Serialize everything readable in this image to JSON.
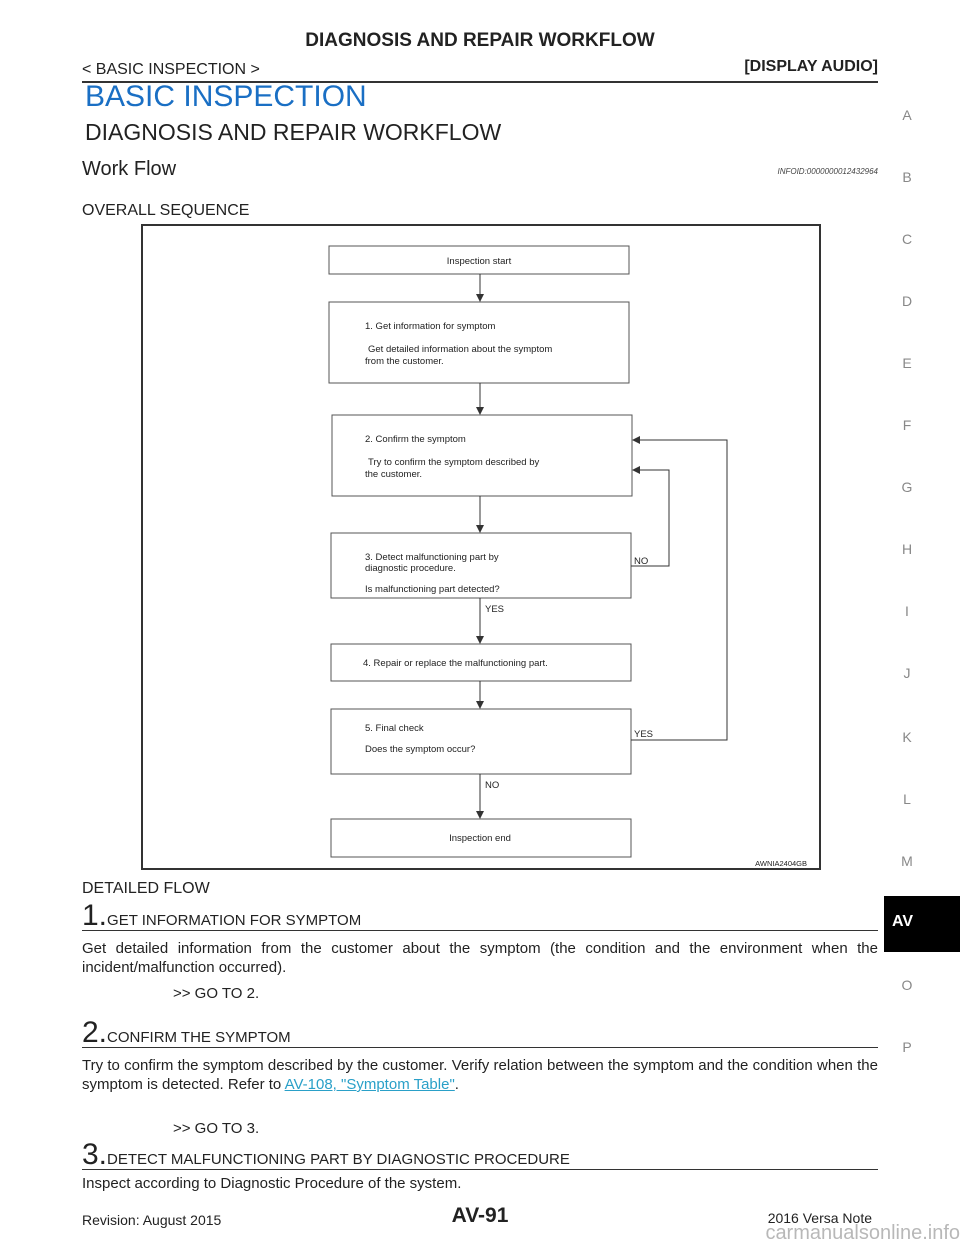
{
  "header": {
    "title": "DIAGNOSIS AND REPAIR WORKFLOW",
    "breadcrumb": "< BASIC INSPECTION >",
    "section": "[DISPLAY AUDIO]"
  },
  "section_title": "BASIC INSPECTION",
  "subsection_title": "DIAGNOSIS AND REPAIR WORKFLOW",
  "work_flow": {
    "label": "Work Flow",
    "infoid": "INFOID:0000000012432964"
  },
  "overall_label": "OVERALL SEQUENCE",
  "flowchart": {
    "start": "Inspection start",
    "box1_line1": "1. Get information for symptom",
    "box1_line2": "Get detailed information about the symptom",
    "box1_line3": "from the customer.",
    "box2_line1": "2. Confirm the symptom",
    "box2_line2": "Try to confirm the symptom described by",
    "box2_line3": "the customer.",
    "box3_line1": "3. Detect malfunctioning part by",
    "box3_line2": "diagnostic procedure.",
    "box3_line3": "Is malfunctioning part detected?",
    "box4": "4. Repair or replace the malfunctioning part.",
    "box5_line1": "5. Final check",
    "box5_line2": "Does the symptom occur?",
    "end": "Inspection end",
    "label_no_3": "NO",
    "label_yes_3": "YES",
    "label_yes_5": "YES",
    "label_no_5": "NO",
    "figure_id": "AWNIA2404GB"
  },
  "detailed_label": "DETAILED FLOW",
  "steps": [
    {
      "num": "1.",
      "label": "GET INFORMATION FOR SYMPTOM",
      "text": "Get detailed information from the customer about the symptom (the condition and the environment when the incident/malfunction occurred).",
      "goto": ">> GO TO 2."
    },
    {
      "num": "2.",
      "label": "CONFIRM THE SYMPTOM",
      "text": "Try to confirm the symptom described by the customer. Verify relation between the symptom and the condition when the symptom is detected. Refer to ",
      "link": "AV-108, \"Symptom Table\"",
      "text_after": ".",
      "goto": ">> GO TO 3."
    },
    {
      "num": "3.",
      "label": "DETECT MALFUNCTIONING PART BY DIAGNOSTIC PROCEDURE",
      "text": "Inspect according to Diagnostic Procedure of the system."
    }
  ],
  "side_index": [
    "A",
    "B",
    "C",
    "D",
    "E",
    "F",
    "G",
    "H",
    "I",
    "J",
    "K",
    "L",
    "M",
    "O",
    "P"
  ],
  "side_tab": "AV",
  "footer": {
    "revision": "Revision: August 2015",
    "page": "AV-91",
    "model": "2016 Versa Note",
    "watermark": "carmanualsonline.info"
  }
}
